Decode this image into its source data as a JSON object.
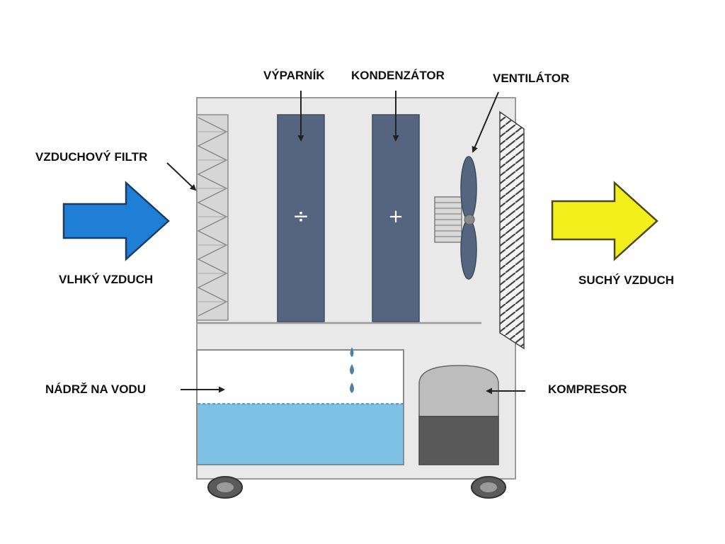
{
  "labels": {
    "evaporator": "VÝPARNÍK",
    "condenser": "KONDENZÁTOR",
    "fan": "VENTILÁTOR",
    "air_filter": "VZDUCHOVÝ FILTR",
    "humid_air": "VLHKÝ VZDUCH",
    "dry_air": "SUCHÝ VZDUCH",
    "water_tank": "NÁDRŽ NA VODU",
    "compressor": "KOMPRESOR"
  },
  "symbols": {
    "evaporator": "÷",
    "condenser": "+"
  },
  "colors": {
    "humid_air_arrow": "#1f7fd6",
    "dry_air_arrow": "#f2ef1c",
    "coil": "#56657f",
    "water": "#7fc1e4",
    "unit_body": "#e8e8e8",
    "compressor_top": "#bdbdbd",
    "compressor_bottom": "#595959"
  }
}
